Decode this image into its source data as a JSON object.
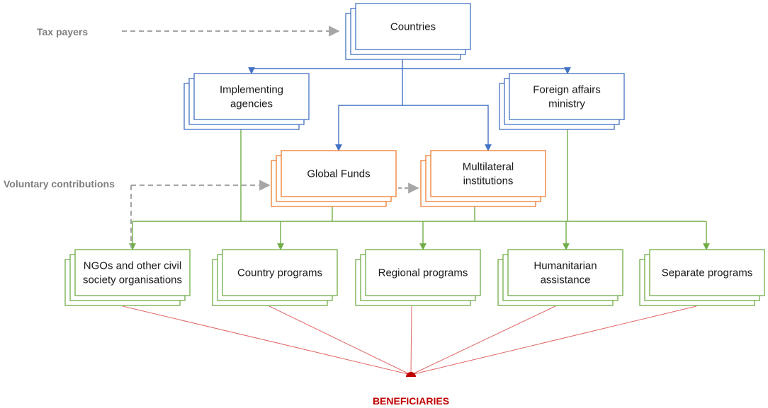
{
  "colors": {
    "blue": "#4472c4",
    "orange": "#ed7d31",
    "green": "#70ad47",
    "gray": "#a6a6a6",
    "red": "#e06666",
    "beneficiary": "#c00000"
  },
  "labels": {
    "tax_payers": "Tax payers",
    "voluntary_contributions": "Voluntary contributions",
    "beneficiaries": "BENEFICIARIES"
  },
  "nodes": {
    "countries": {
      "lines": [
        "Countries"
      ]
    },
    "implementing_agencies": {
      "lines": [
        "Implementing",
        "agencies"
      ]
    },
    "foreign_affairs": {
      "lines": [
        "Foreign affairs",
        "ministry"
      ]
    },
    "global_funds": {
      "lines": [
        "Global Funds"
      ]
    },
    "multilateral": {
      "lines": [
        "Multilateral",
        "institutions"
      ]
    },
    "ngos": {
      "lines": [
        "NGOs and other civil",
        "society organisations"
      ]
    },
    "country_programs": {
      "lines": [
        "Country programs"
      ]
    },
    "regional_programs": {
      "lines": [
        "Regional programs"
      ]
    },
    "humanitarian": {
      "lines": [
        "Humanitarian",
        "assistance"
      ]
    },
    "separate_programs": {
      "lines": [
        "Separate programs"
      ]
    }
  }
}
